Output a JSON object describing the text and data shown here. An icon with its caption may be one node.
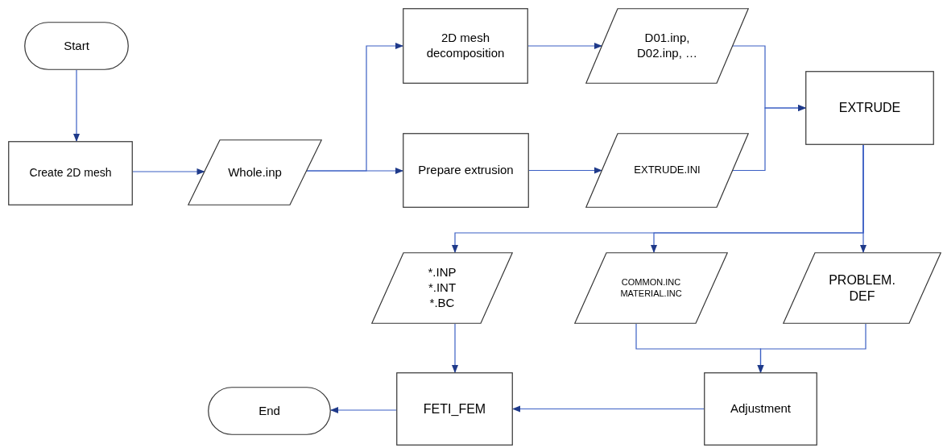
{
  "diagram": {
    "nodes": [
      {
        "text": [
          "Start"
        ]
      },
      {
        "text": [
          "Create 2D mesh"
        ]
      },
      {
        "text": [
          "Whole.inp"
        ]
      },
      {
        "text": [
          "2D mesh decomposition"
        ]
      },
      {
        "text": [
          "Prepare extrusion"
        ]
      },
      {
        "text": [
          "D01.inp, D02.inp, …"
        ]
      },
      {
        "text": [
          "EXTRUDE.INI"
        ]
      },
      {
        "text": [
          "EXTRUDE"
        ]
      },
      {
        "text": [
          "*.INP *.INT *.BC"
        ]
      },
      {
        "text": [
          "COMMON.INC MATERIAL.INC"
        ]
      },
      {
        "text": [
          "PROBLEM. DEF"
        ]
      },
      {
        "text": [
          "FETI_FEM"
        ]
      },
      {
        "text": [
          "Adjustment"
        ]
      },
      {
        "text": [
          "End"
        ]
      }
    ],
    "edges": [
      {
        "from": 0,
        "to": 1,
        "arrow": "to"
      },
      {
        "from": 1,
        "to": 2,
        "arrow": "to"
      },
      {
        "from": 2,
        "to": 3,
        "arrow": "to"
      },
      {
        "from": 2,
        "to": 4,
        "arrow": "to"
      },
      {
        "from": 3,
        "to": 5,
        "arrow": "to"
      },
      {
        "from": 4,
        "to": 6,
        "arrow": "to"
      },
      {
        "from": 5,
        "to": 7,
        "arrow": "to"
      },
      {
        "from": 6,
        "to": 7,
        "arrow": "to"
      },
      {
        "from": 7,
        "to": 8,
        "arrow": "to"
      },
      {
        "from": 7,
        "to": 9,
        "arrow": "to"
      },
      {
        "from": 7,
        "to": 10,
        "arrow": "to"
      },
      {
        "from": 9,
        "to": 12,
        "arrow": "to"
      },
      {
        "from": 10,
        "to": 12,
        "arrow": "to"
      },
      {
        "from": 8,
        "to": 11,
        "arrow": "to"
      },
      {
        "from": 12,
        "to": 11,
        "arrow": "to"
      },
      {
        "from": 11,
        "to": 13,
        "arrow": "to"
      }
    ]
  }
}
